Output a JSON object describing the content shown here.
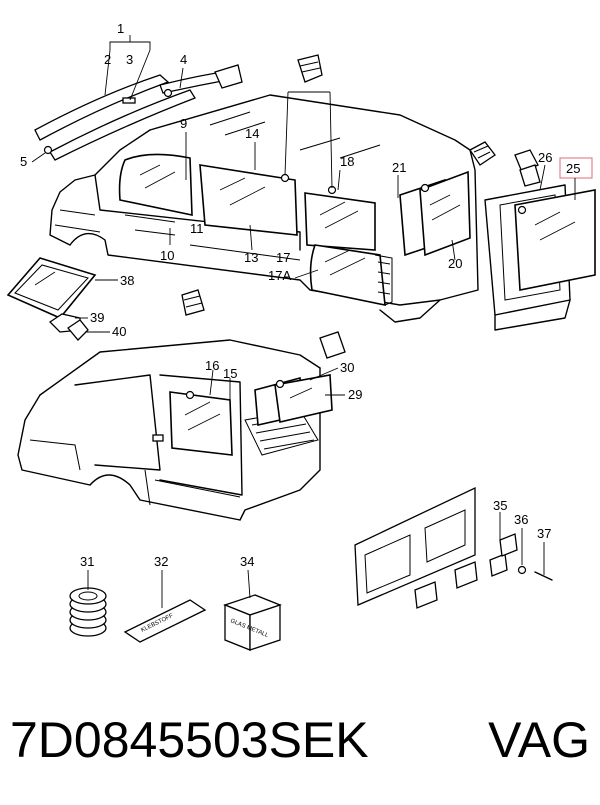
{
  "callouts": {
    "c1": "1",
    "c2": "2",
    "c3": "3",
    "c4": "4",
    "c5": "5",
    "c9": "9",
    "c10": "10",
    "c11": "11",
    "c13": "13",
    "c14": "14",
    "c15": "15",
    "c16": "16",
    "c17": "17",
    "c17a": "17A",
    "c18": "18",
    "c20": "20",
    "c21": "21",
    "c25": "25",
    "c26": "26",
    "c29": "29",
    "c30": "30",
    "c31": "31",
    "c32": "32",
    "c34": "34",
    "c35": "35",
    "c36": "36",
    "c37": "37",
    "c38": "38",
    "c39": "39",
    "c40": "40"
  },
  "labels": {
    "tape_print": "KLEBSTOFF",
    "box_print": "GLAS METALL"
  },
  "footer": {
    "part_number": "7D0845503SEK",
    "brand": "VAG"
  },
  "colors": {
    "line": "#000000",
    "highlight_box": "#e46a7a",
    "background": "#ffffff"
  }
}
